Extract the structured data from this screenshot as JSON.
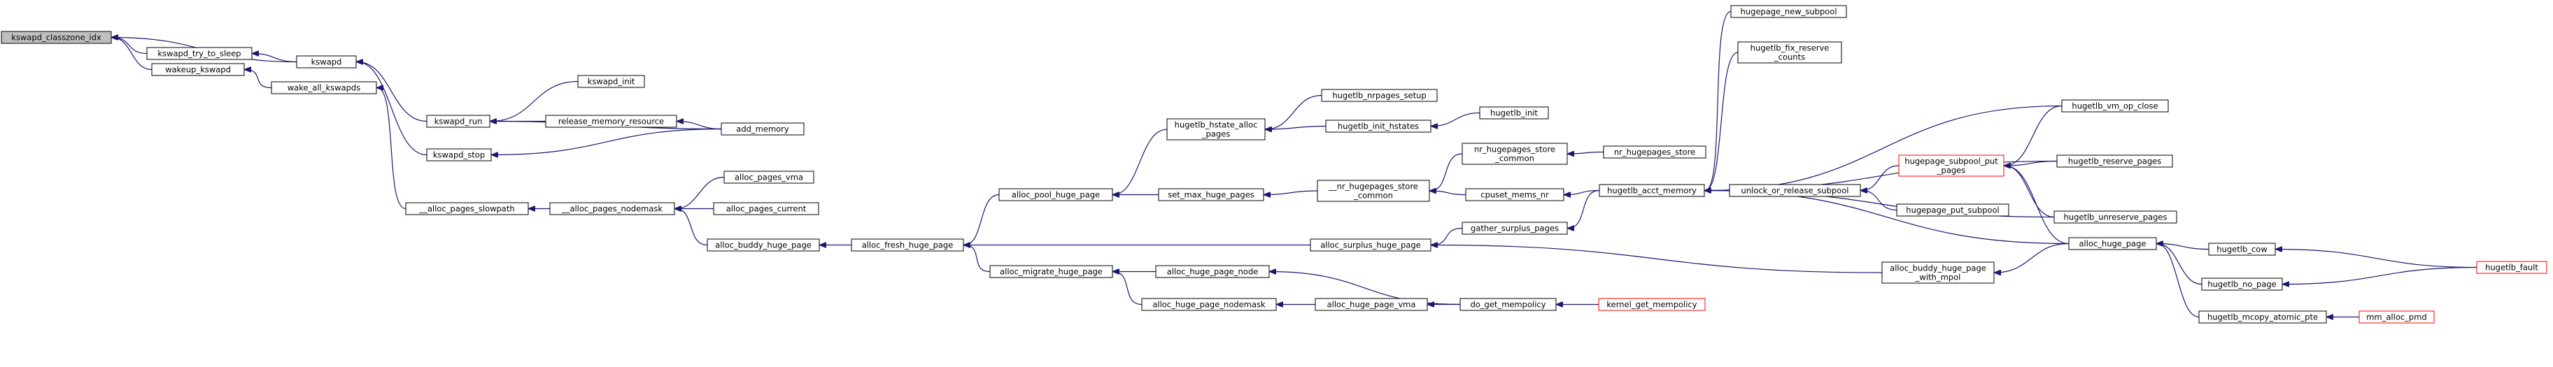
{
  "graph": {
    "colors": {
      "edge": "#191970",
      "root_fill": "#bfbfbf",
      "highlight_border": "#ff0000",
      "border": "#000000"
    },
    "nodes": [
      {
        "id": "kswapd_classzone_idx",
        "label": [
          "kswapd_classzone_idx"
        ],
        "style": "root"
      },
      {
        "id": "kswapd_try_to_sleep",
        "label": [
          "kswapd_try_to_sleep"
        ]
      },
      {
        "id": "wakeup_kswapd",
        "label": [
          "wakeup_kswapd"
        ]
      },
      {
        "id": "kswapd",
        "label": [
          "kswapd"
        ]
      },
      {
        "id": "wake_all_kswapds",
        "label": [
          "wake_all_kswapds"
        ]
      },
      {
        "id": "kswapd_run",
        "label": [
          "kswapd_run"
        ]
      },
      {
        "id": "kswapd_stop",
        "label": [
          "kswapd_stop"
        ]
      },
      {
        "id": "kswapd_init",
        "label": [
          "kswapd_init"
        ]
      },
      {
        "id": "release_memory_resource",
        "label": [
          "release_memory_resource"
        ]
      },
      {
        "id": "add_memory",
        "label": [
          "add_memory"
        ]
      },
      {
        "id": "alloc_pages_slowpath",
        "label": [
          "__alloc_pages_slowpath"
        ]
      },
      {
        "id": "alloc_pages_nodemask",
        "label": [
          "__alloc_pages_nodemask"
        ]
      },
      {
        "id": "alloc_pages_vma",
        "label": [
          "alloc_pages_vma"
        ]
      },
      {
        "id": "alloc_pages_current",
        "label": [
          "alloc_pages_current"
        ]
      },
      {
        "id": "alloc_buddy_huge_page",
        "label": [
          "alloc_buddy_huge_page"
        ]
      },
      {
        "id": "alloc_fresh_huge_page",
        "label": [
          "alloc_fresh_huge_page"
        ]
      },
      {
        "id": "alloc_pool_huge_page",
        "label": [
          "alloc_pool_huge_page"
        ]
      },
      {
        "id": "alloc_migrate_huge_page",
        "label": [
          "alloc_migrate_huge_page"
        ]
      },
      {
        "id": "hugetlb_hstate_alloc_pages",
        "label": [
          "hugetlb_hstate_alloc",
          "_pages"
        ]
      },
      {
        "id": "set_max_huge_pages",
        "label": [
          "set_max_huge_pages"
        ]
      },
      {
        "id": "hugetlb_nrpages_setup",
        "label": [
          "hugetlb_nrpages_setup"
        ]
      },
      {
        "id": "hugetlb_init_hstates",
        "label": [
          "hugetlb_init_hstates"
        ]
      },
      {
        "id": "hugetlb_init",
        "label": [
          "hugetlb_init"
        ]
      },
      {
        "id": "nr_hugepages_store_common",
        "label": [
          "__nr_hugepages_store",
          "_common"
        ]
      },
      {
        "id": "nr_hugepages_store_common2",
        "label": [
          "nr_hugepages_store",
          "_common"
        ]
      },
      {
        "id": "nr_hugepages_store",
        "label": [
          "nr_hugepages_store"
        ]
      },
      {
        "id": "cpuset_mems_nr",
        "label": [
          "cpuset_mems_nr"
        ]
      },
      {
        "id": "alloc_surplus_huge_page",
        "label": [
          "alloc_surplus_huge_page"
        ]
      },
      {
        "id": "gather_surplus_pages",
        "label": [
          "gather_surplus_pages"
        ]
      },
      {
        "id": "hugetlb_acct_memory",
        "label": [
          "hugetlb_acct_memory"
        ]
      },
      {
        "id": "alloc_huge_page_node",
        "label": [
          "alloc_huge_page_node"
        ]
      },
      {
        "id": "alloc_huge_page_nodemask",
        "label": [
          "alloc_huge_page_nodemask"
        ]
      },
      {
        "id": "alloc_huge_page_vma",
        "label": [
          "alloc_huge_page_vma"
        ]
      },
      {
        "id": "dio_get_mempolicy",
        "label": [
          "do_get_mempolicy"
        ]
      },
      {
        "id": "kernel_get_mempolicy",
        "label": [
          "kernel_get_mempolicy"
        ],
        "style": "red"
      },
      {
        "id": "alloc_buddy_huge_page_with_mpol",
        "label": [
          "alloc_buddy_huge_page",
          "_with_mpol"
        ]
      },
      {
        "id": "hugepage_new_subpool",
        "label": [
          "hugepage_new_subpool"
        ]
      },
      {
        "id": "hugetlb_fix_reserve_counts",
        "label": [
          "hugetlb_fix_reserve",
          "_counts"
        ]
      },
      {
        "id": "unlock_or_release_subpool",
        "label": [
          "unlock_or_release_subpool"
        ]
      },
      {
        "id": "hugepage_subpool_put_pages",
        "label": [
          "hugepage_subpool_put",
          "_pages"
        ],
        "style": "red"
      },
      {
        "id": "hugepage_put_subpool",
        "label": [
          "hugepage_put_subpool"
        ]
      },
      {
        "id": "hugetlb_vm_op_close",
        "label": [
          "hugetlb_vm_op_close"
        ]
      },
      {
        "id": "hugetlb_reserve_pages",
        "label": [
          "hugetlb_reserve_pages"
        ]
      },
      {
        "id": "hugetlb_unreserve_pages",
        "label": [
          "hugetlb_unreserve_pages"
        ]
      },
      {
        "id": "alloc_huge_page",
        "label": [
          "alloc_huge_page"
        ]
      },
      {
        "id": "hugetlb_cow",
        "label": [
          "hugetlb_cow"
        ]
      },
      {
        "id": "hugetlb_no_page",
        "label": [
          "hugetlb_no_page"
        ]
      },
      {
        "id": "hugetlb_mcopy_atomic_pte",
        "label": [
          "hugetlb_mcopy_atomic_pte"
        ]
      },
      {
        "id": "mm_alloc_pmd",
        "label": [
          "mm_alloc_pmd"
        ],
        "style": "red"
      },
      {
        "id": "hugetlb_fault",
        "label": [
          "hugetlb_fault"
        ],
        "style": "red"
      }
    ],
    "edges": [
      [
        "kswapd_try_to_sleep",
        "kswapd_classzone_idx"
      ],
      [
        "wakeup_kswapd",
        "kswapd_classzone_idx"
      ],
      [
        "kswapd",
        "kswapd_classzone_idx"
      ],
      [
        "kswapd",
        "kswapd_try_to_sleep"
      ],
      [
        "wake_all_kswapds",
        "wakeup_kswapd"
      ],
      [
        "kswapd_run",
        "kswapd"
      ],
      [
        "kswapd_stop",
        "kswapd"
      ],
      [
        "kswapd_init",
        "kswapd_run"
      ],
      [
        "release_memory_resource",
        "kswapd_run"
      ],
      [
        "add_memory",
        "kswapd_run"
      ],
      [
        "add_memory",
        "kswapd_stop"
      ],
      [
        "add_memory",
        "release_memory_resource"
      ],
      [
        "alloc_pages_slowpath",
        "wake_all_kswapds"
      ],
      [
        "alloc_pages_nodemask",
        "alloc_pages_slowpath"
      ],
      [
        "alloc_pages_vma",
        "alloc_pages_nodemask"
      ],
      [
        "alloc_pages_current",
        "alloc_pages_nodemask"
      ],
      [
        "alloc_buddy_huge_page",
        "alloc_pages_nodemask"
      ],
      [
        "alloc_fresh_huge_page",
        "alloc_buddy_huge_page"
      ],
      [
        "alloc_pool_huge_page",
        "alloc_fresh_huge_page"
      ],
      [
        "alloc_migrate_huge_page",
        "alloc_fresh_huge_page"
      ],
      [
        "alloc_surplus_huge_page",
        "alloc_fresh_huge_page"
      ],
      [
        "hugetlb_hstate_alloc_pages",
        "alloc_pool_huge_page"
      ],
      [
        "set_max_huge_pages",
        "alloc_pool_huge_page"
      ],
      [
        "hugetlb_nrpages_setup",
        "hugetlb_hstate_alloc_pages"
      ],
      [
        "hugetlb_init_hstates",
        "hugetlb_hstate_alloc_pages"
      ],
      [
        "hugetlb_init",
        "hugetlb_init_hstates"
      ],
      [
        "nr_hugepages_store_common",
        "set_max_huge_pages"
      ],
      [
        "nr_hugepages_store_common2",
        "nr_hugepages_store_common"
      ],
      [
        "cpuset_mems_nr",
        "nr_hugepages_store_common"
      ],
      [
        "nr_hugepages_store",
        "nr_hugepages_store_common2"
      ],
      [
        "hugetlb_acct_memory",
        "cpuset_mems_nr"
      ],
      [
        "gather_surplus_pages",
        "alloc_surplus_huge_page"
      ],
      [
        "hugetlb_acct_memory",
        "gather_surplus_pages"
      ],
      [
        "alloc_buddy_huge_page_with_mpol",
        "alloc_surplus_huge_page"
      ],
      [
        "alloc_huge_page_node",
        "alloc_migrate_huge_page"
      ],
      [
        "alloc_huge_page_nodemask",
        "alloc_migrate_huge_page"
      ],
      [
        "dio_get_mempolicy",
        "alloc_huge_page_node"
      ],
      [
        "alloc_huge_page_vma",
        "alloc_huge_page_nodemask"
      ],
      [
        "dio_get_mempolicy",
        "alloc_huge_page_vma"
      ],
      [
        "kernel_get_mempolicy",
        "dio_get_mempolicy"
      ],
      [
        "hugepage_new_subpool",
        "hugetlb_acct_memory"
      ],
      [
        "hugetlb_fix_reserve_counts",
        "hugetlb_acct_memory"
      ],
      [
        "unlock_or_release_subpool",
        "hugetlb_acct_memory"
      ],
      [
        "hugetlb_vm_op_close",
        "hugetlb_acct_memory"
      ],
      [
        "hugetlb_reserve_pages",
        "hugetlb_acct_memory"
      ],
      [
        "hugetlb_unreserve_pages",
        "hugetlb_acct_memory"
      ],
      [
        "alloc_huge_page",
        "hugetlb_acct_memory"
      ],
      [
        "hugepage_subpool_put_pages",
        "unlock_or_release_subpool"
      ],
      [
        "hugepage_put_subpool",
        "unlock_or_release_subpool"
      ],
      [
        "hugetlb_vm_op_close",
        "hugepage_subpool_put_pages"
      ],
      [
        "hugetlb_reserve_pages",
        "hugepage_subpool_put_pages"
      ],
      [
        "hugetlb_unreserve_pages",
        "hugepage_subpool_put_pages"
      ],
      [
        "alloc_huge_page",
        "hugepage_subpool_put_pages"
      ],
      [
        "alloc_huge_page",
        "alloc_buddy_huge_page_with_mpol"
      ],
      [
        "hugetlb_cow",
        "alloc_huge_page"
      ],
      [
        "hugetlb_no_page",
        "alloc_huge_page"
      ],
      [
        "hugetlb_mcopy_atomic_pte",
        "alloc_huge_page"
      ],
      [
        "mm_alloc_pmd",
        "hugetlb_mcopy_atomic_pte"
      ],
      [
        "hugetlb_fault",
        "hugetlb_cow"
      ],
      [
        "hugetlb_fault",
        "hugetlb_no_page"
      ]
    ]
  }
}
